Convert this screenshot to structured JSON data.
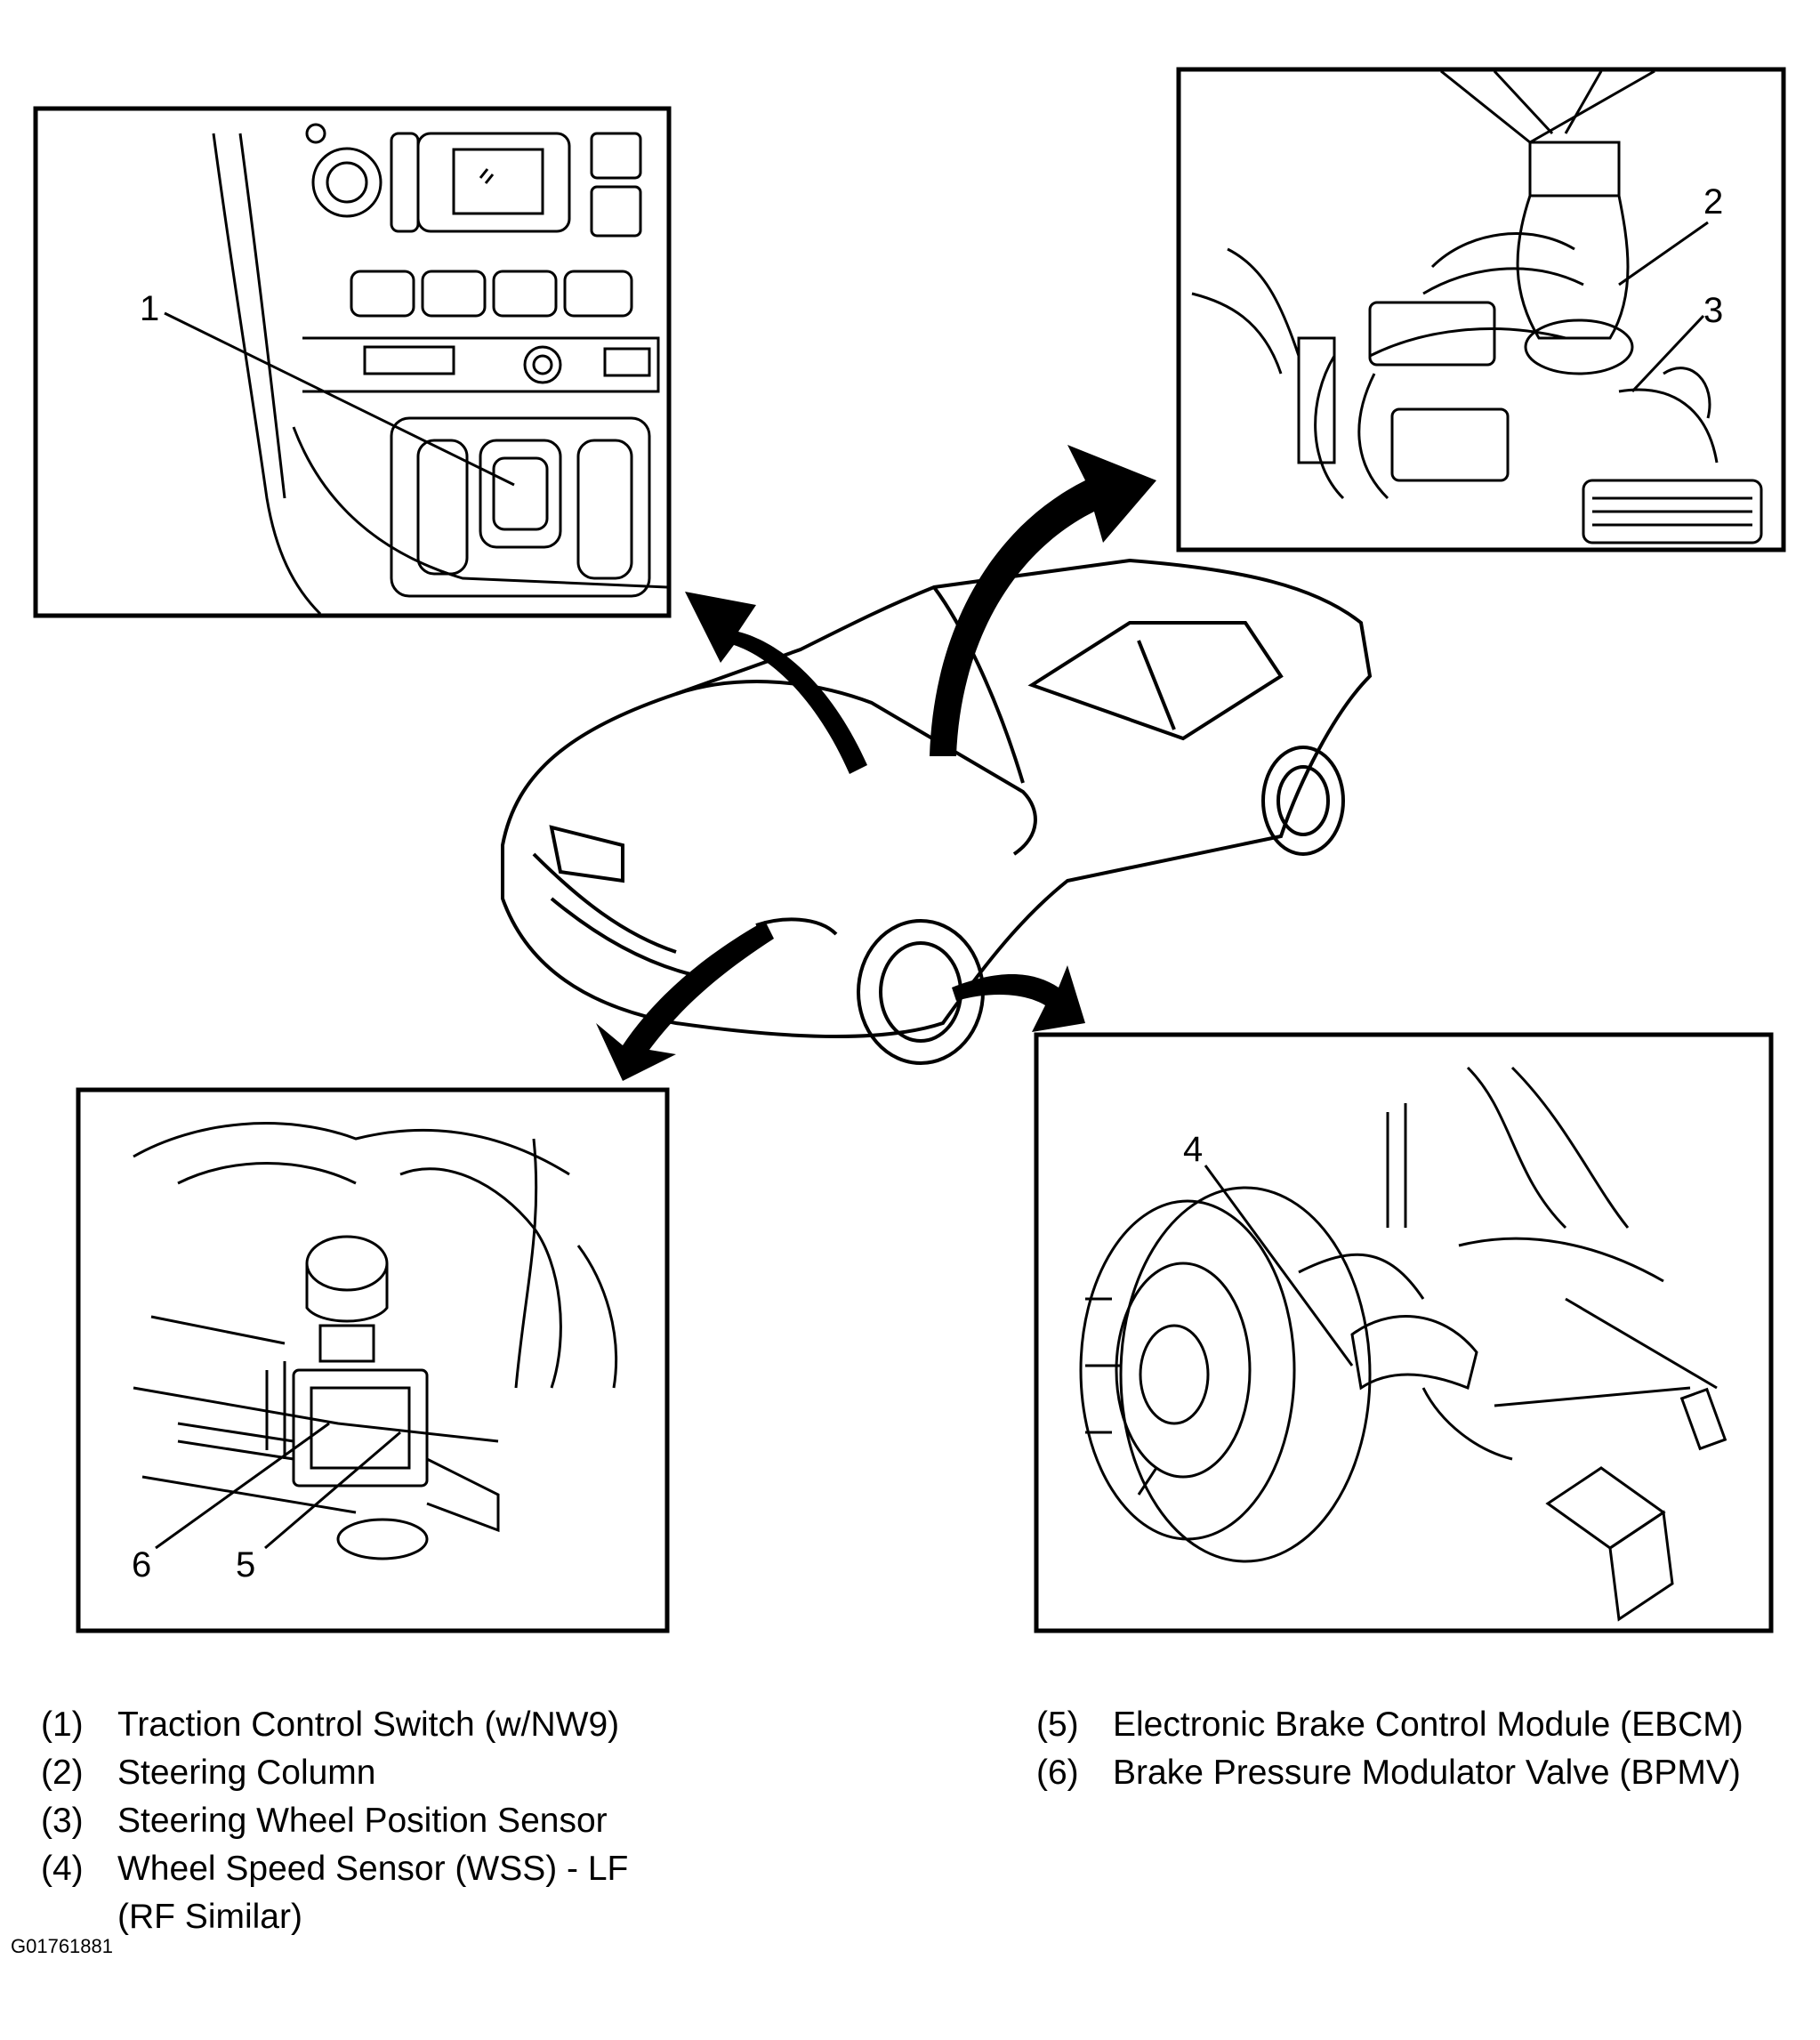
{
  "callouts": {
    "c1": "1",
    "c2": "2",
    "c3": "3",
    "c4": "4",
    "c5": "5",
    "c6": "6"
  },
  "legend": [
    {
      "num": "(1)",
      "text": "Traction Control Switch (w/NW9)"
    },
    {
      "num": "(2)",
      "text": "Steering Column"
    },
    {
      "num": "(3)",
      "text": "Steering Wheel Position Sensor"
    },
    {
      "num": "(4)",
      "text": "Wheel Speed Sensor (WSS) - LF",
      "cont": "(RF Similar)"
    },
    {
      "num": "(5)",
      "text": "Electronic Brake Control Module (EBCM)"
    },
    {
      "num": "(6)",
      "text": "Brake Pressure Modulator Valve (BPMV)"
    }
  ],
  "figure_id": "G01761881"
}
